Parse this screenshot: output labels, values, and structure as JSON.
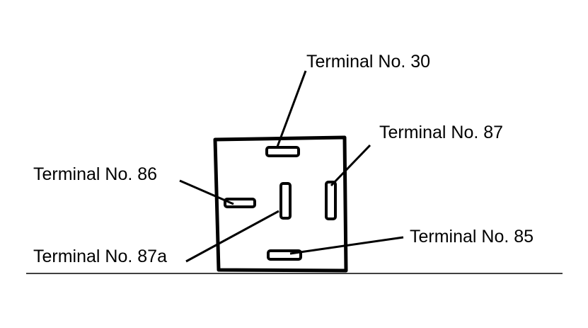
{
  "diagram": {
    "labels": {
      "terminal_30": "Terminal No. 30",
      "terminal_87": "Terminal No. 87",
      "terminal_86": "Terminal No. 86",
      "terminal_87a": "Terminal No. 87a",
      "terminal_85": "Terminal No. 85"
    }
  },
  "colors": {
    "ink": "#000000",
    "background": "#ffffff"
  }
}
